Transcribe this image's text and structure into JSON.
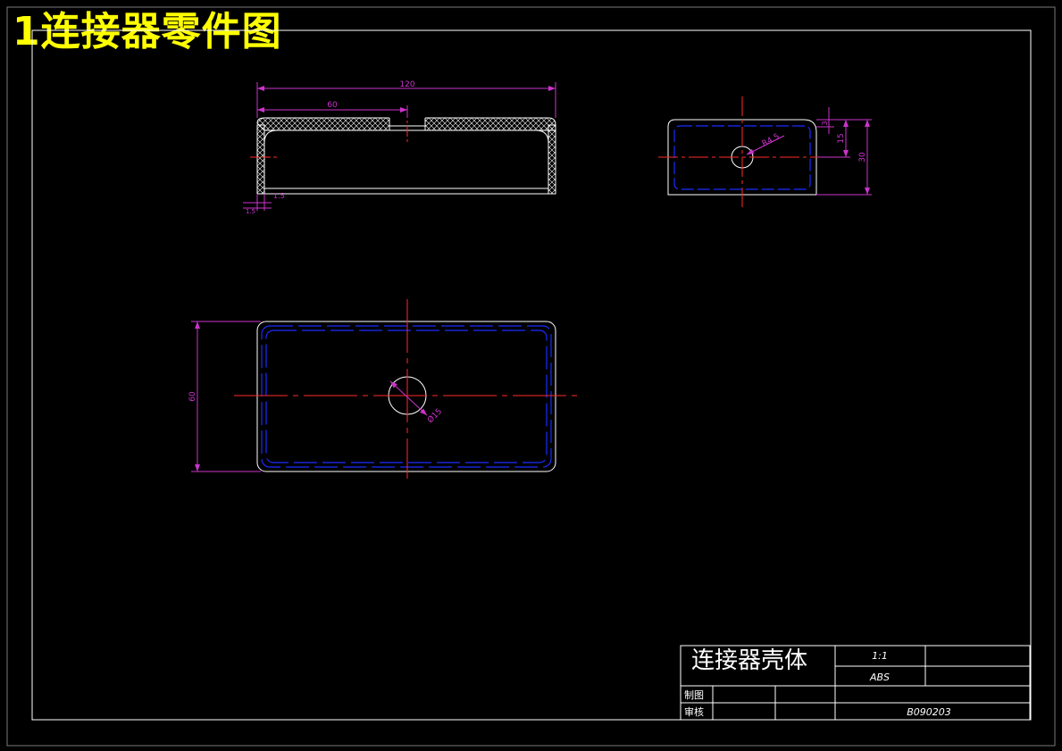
{
  "page": {
    "title": "1连接器零件图"
  },
  "colors": {
    "background": "#000000",
    "outline": "#ffffff",
    "dimension": "#cc33cc",
    "centerline": "#ff2a2a",
    "hidden": "#1a2cff",
    "title": "#ffff00"
  },
  "front_view": {
    "dim_total": "120",
    "dim_half": "60",
    "dim_wall_a": "1.5",
    "dim_wall_b": "1.5"
  },
  "side_view": {
    "dim_radius": "R4.5",
    "dim_top": "3",
    "dim_mid": "15",
    "dim_height": "30"
  },
  "top_view": {
    "dim_width": "60",
    "dim_hole": "Ø15"
  },
  "title_block": {
    "part_name": "连接器壳体",
    "scale": "1:1",
    "material": "ABS",
    "drawn_label": "制图",
    "checked_label": "审核",
    "drawing_no": "B090203"
  }
}
